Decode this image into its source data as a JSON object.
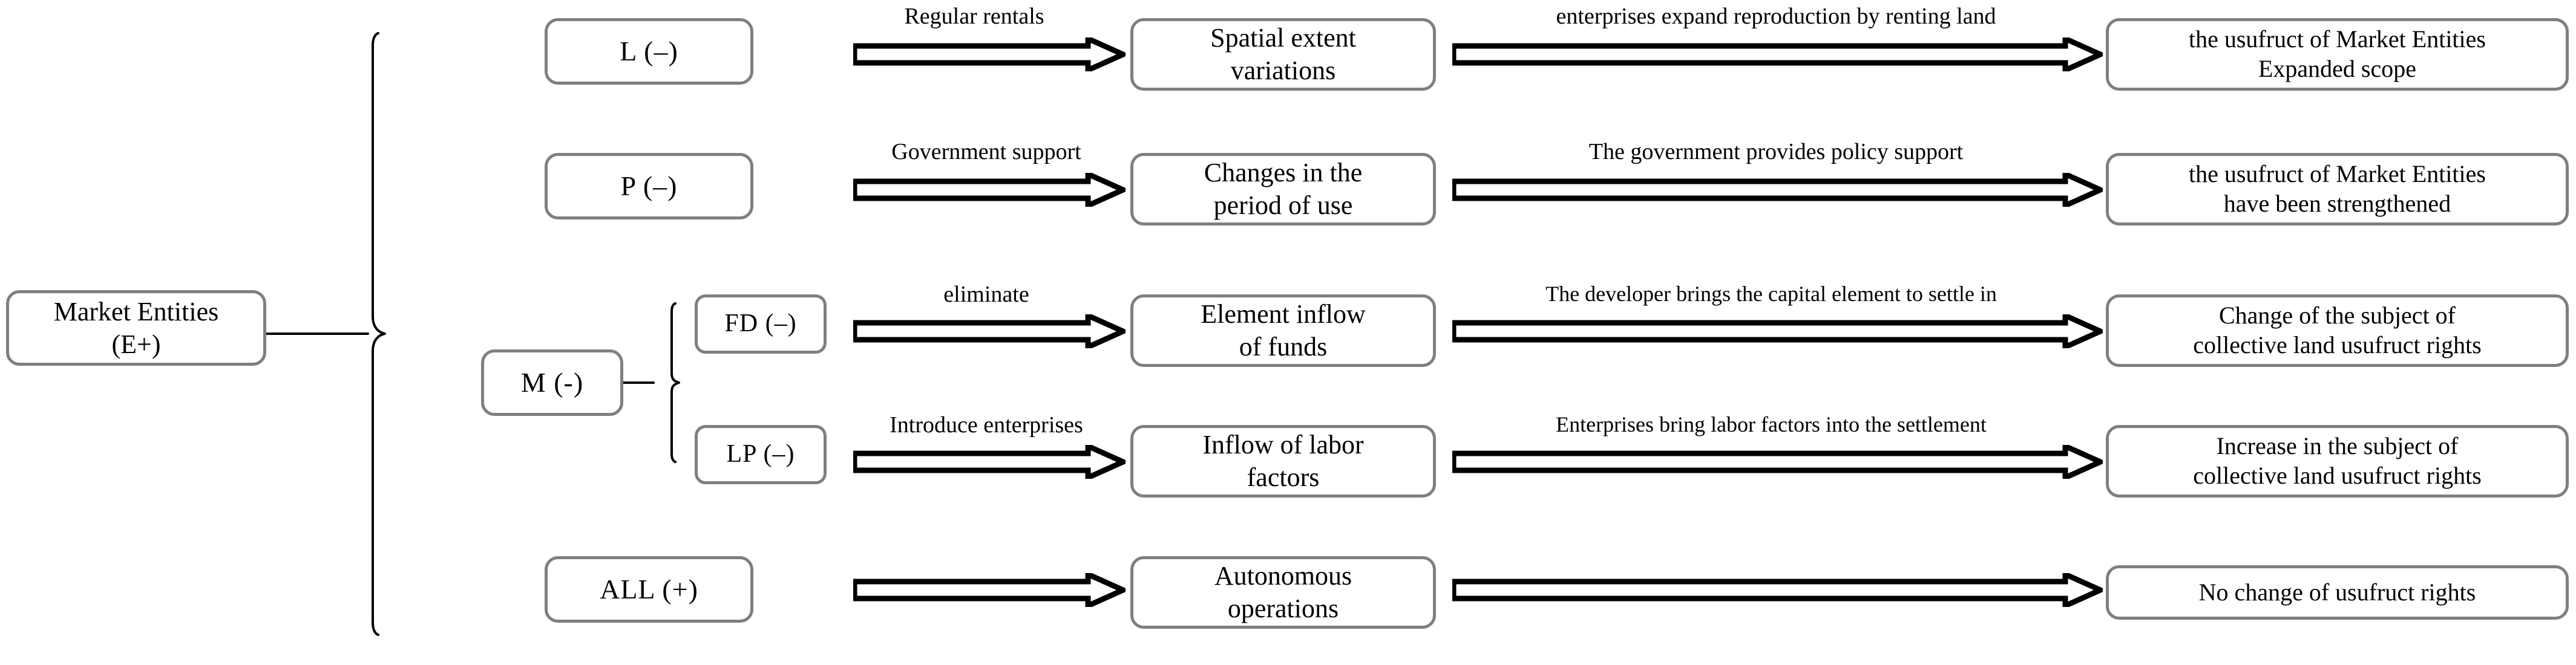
{
  "diagram": {
    "root": {
      "line1": "Market Entities",
      "line2": "(E+)"
    },
    "factors": [
      {
        "id": "L",
        "label": "L  (–)"
      },
      {
        "id": "P",
        "label": "P  (–)"
      },
      {
        "id": "M",
        "label": "M  (-)"
      },
      {
        "id": "FD",
        "label": "FD  (–)"
      },
      {
        "id": "LP",
        "label": "LP  (–)"
      },
      {
        "id": "ALL",
        "label": "ALL  (+)"
      }
    ],
    "rows": [
      {
        "source": "L  (–)",
        "arrow1_label": "Regular rentals",
        "middle_line1": "Spatial extent",
        "middle_line2": "variations",
        "arrow2_label": "enterprises expand reproduction by renting land",
        "outcome_line1": "the usufruct of Market Entities",
        "outcome_line2": "Expanded scope"
      },
      {
        "source": "P  (–)",
        "arrow1_label": "Government support",
        "middle_line1": "Changes in the",
        "middle_line2": "period of use",
        "arrow2_label": "The government provides policy support",
        "outcome_line1": "the usufruct of Market Entities",
        "outcome_line2": "have been strengthened"
      },
      {
        "source": "FD  (–)",
        "arrow1_label": "eliminate",
        "middle_line1": "Element inflow",
        "middle_line2": "of funds",
        "arrow2_label": "The developer brings the capital element to settle in",
        "outcome_line1": "Change of the subject of",
        "outcome_line2": "collective land usufruct rights"
      },
      {
        "source": "LP  (–)",
        "arrow1_label": "Introduce enterprises",
        "middle_line1": "Inflow of labor",
        "middle_line2": "factors",
        "arrow2_label": "Enterprises bring labor factors into the settlement",
        "outcome_line1": "Increase in the subject of",
        "outcome_line2": "collective land usufruct rights"
      },
      {
        "source": "ALL  (+)",
        "arrow1_label": "",
        "middle_line1": "Autonomous",
        "middle_line2": "operations",
        "arrow2_label": "",
        "outcome_line1": "No change of usufruct rights",
        "outcome_line2": ""
      }
    ],
    "colors": {
      "node_border": "#7f7f7f",
      "node_fill": "#ffffff",
      "text": "#000000",
      "arrow_stroke": "#000000",
      "brace_stroke": "#000000"
    }
  }
}
